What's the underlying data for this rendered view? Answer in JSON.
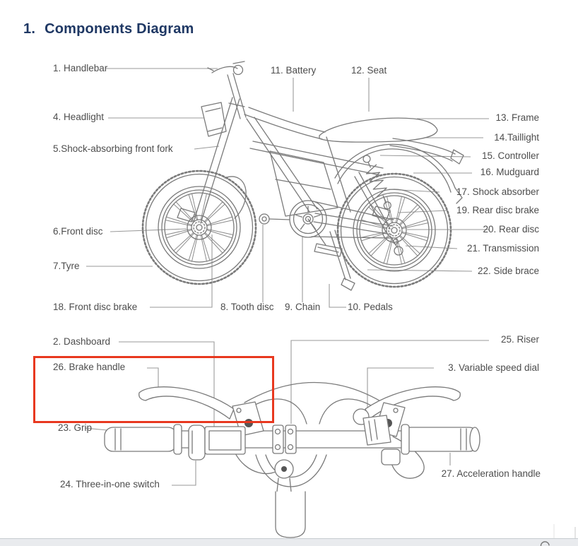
{
  "title": {
    "number": "1.",
    "text": "Components Diagram"
  },
  "side_view_labels": {
    "handlebar": "1. Handlebar",
    "battery": "11. Battery",
    "seat": "12. Seat",
    "headlight": "4. Headlight",
    "frame": "13. Frame",
    "taillight": "14.Taillight",
    "front_fork": "5.Shock-absorbing front fork",
    "controller": "15. Controller",
    "mudguard": "16. Mudguard",
    "shock_absorber": "17. Shock absorber",
    "rear_disc_brake": "19. Rear disc brake",
    "front_disc": "6.Front disc",
    "rear_disc": "20. Rear disc",
    "transmission": "21. Transmission",
    "tyre": "7.Tyre",
    "side_brace": "22. Side brace",
    "front_disc_brake": "18. Front disc brake",
    "tooth_disc": "8. Tooth disc",
    "chain": "9. Chain",
    "pedals": "10. Pedals"
  },
  "handlebar_view_labels": {
    "dashboard": "2. Dashboard",
    "riser": "25. Riser",
    "brake_handle": "26. Brake handle",
    "variable_speed_dial": "3. Variable speed dial",
    "grip": "23. Grip",
    "acceleration_handle": "27. Acceleration handle",
    "three_in_one_switch": "24. Three-in-one switch"
  },
  "annotation": {
    "type": "highlight_box",
    "target_label": "26. Brake handle",
    "color": "#e8381f"
  },
  "colors": {
    "title": "#1f3864",
    "label_text": "#4d4d4d",
    "line_art": "#7a7a7a",
    "leader_line": "#9a9a9a",
    "highlight_red": "#e8381f",
    "page_edge_strip": "#e9ebee"
  }
}
